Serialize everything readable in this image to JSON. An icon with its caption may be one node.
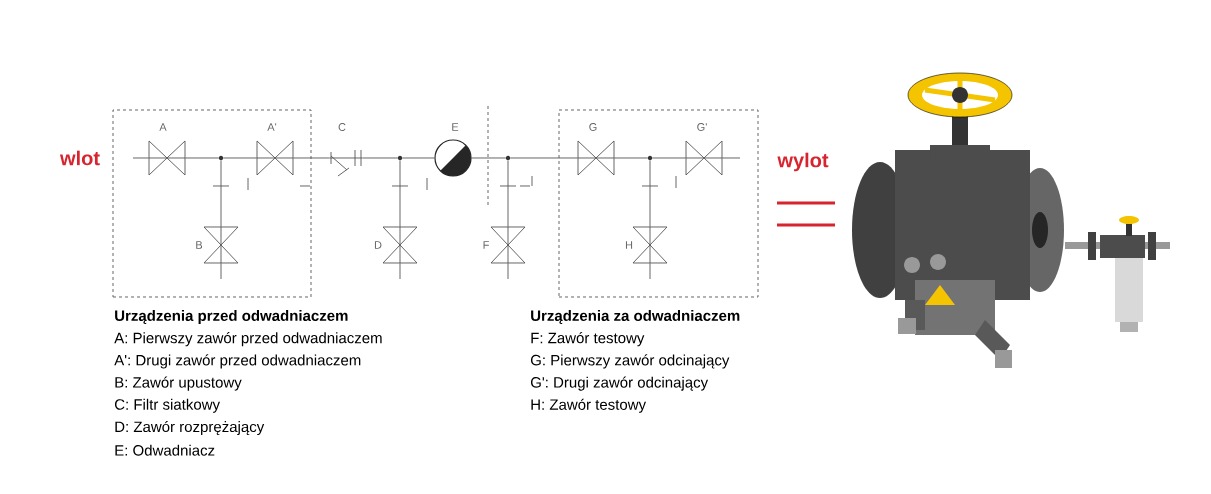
{
  "diagram": {
    "nodes": [
      {
        "text": [],
        "shape": "box"
      },
      {
        "text": [],
        "shape": "valve",
        "in": 0,
        "beside": [
          "A"
        ]
      },
      {
        "text": [],
        "shape": "dot",
        "in": 0
      },
      {
        "text": [],
        "shape": "valve",
        "in": 0,
        "beside": [
          "A'"
        ]
      },
      {
        "text": [],
        "shape": "valve",
        "in": 0,
        "beside": [
          "B"
        ]
      },
      {
        "text": [],
        "shape": "filter",
        "beside": [
          "C"
        ]
      },
      {
        "text": [],
        "shape": "dot"
      },
      {
        "text": [],
        "shape": "valve",
        "beside": [
          "D"
        ]
      },
      {
        "text": [],
        "shape": "circle",
        "beside": [
          "E"
        ]
      },
      {
        "text": [],
        "shape": "dot"
      },
      {
        "text": [],
        "shape": "valve",
        "beside": [
          "F"
        ]
      },
      {
        "text": [],
        "shape": "box"
      },
      {
        "text": [],
        "shape": "valve",
        "in": 11,
        "beside": [
          "G"
        ]
      },
      {
        "text": [],
        "shape": "dot",
        "in": 11
      },
      {
        "text": [],
        "shape": "valve",
        "in": 11,
        "beside": [
          "G'"
        ]
      },
      {
        "text": [],
        "shape": "valve",
        "in": 11,
        "beside": [
          "H"
        ]
      }
    ],
    "edges": [
      {
        "from": null,
        "to": 1,
        "arrow": "none"
      },
      {
        "from": 1,
        "to": 2,
        "arrow": "none"
      },
      {
        "from": 2,
        "to": 3,
        "arrow": "none"
      },
      {
        "from": 2,
        "to": 4,
        "arrow": "none"
      },
      {
        "from": 4,
        "to": null,
        "arrow": "none"
      },
      {
        "from": 3,
        "to": 5,
        "arrow": "none"
      },
      {
        "from": 5,
        "to": 6,
        "arrow": "none"
      },
      {
        "from": 6,
        "to": 7,
        "arrow": "none"
      },
      {
        "from": 7,
        "to": null,
        "arrow": "none"
      },
      {
        "from": 6,
        "to": 8,
        "arrow": "none"
      },
      {
        "from": 8,
        "to": 9,
        "arrow": "none"
      },
      {
        "from": 9,
        "to": 10,
        "arrow": "none"
      },
      {
        "from": 10,
        "to": null,
        "arrow": "none"
      },
      {
        "from": 9,
        "to": 12,
        "arrow": "none"
      },
      {
        "from": 12,
        "to": 13,
        "arrow": "none"
      },
      {
        "from": 13,
        "to": 14,
        "arrow": "none"
      },
      {
        "from": 14,
        "to": null,
        "arrow": "none"
      },
      {
        "from": 13,
        "to": 15,
        "arrow": "none"
      },
      {
        "from": 15,
        "to": null,
        "arrow": "none"
      }
    ],
    "labels": [
      "wlot",
      "wylot",
      "Urządzenia przed odwadniaczem",
      "A: Pierwszy zawór przed odwadniaczem",
      "A': Drugi zawór przed odwadniaczem",
      "B: Zawór upustowy",
      "C: Filtr siatkowy",
      "D: Zawór rozprężający",
      "E: Odwadniacz",
      "Urządzenia za odwadniaczem",
      "F: Zawór testowy",
      "G: Pierwszy zawór odcinający",
      "G': Drugi zawór odcinający",
      "H: Zawór testowy"
    ]
  }
}
